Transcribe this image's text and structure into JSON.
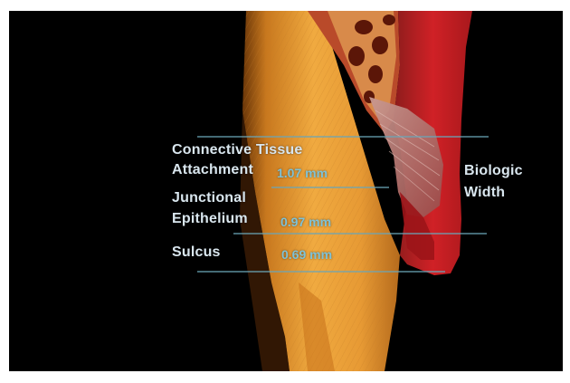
{
  "labels": {
    "connective_tissue_line1": "Connective Tissue",
    "connective_tissue_line2": "Attachment",
    "connective_tissue_value": "1.07 mm",
    "junctional_line1": "Junctional",
    "junctional_line2": "Epithelium",
    "junctional_value": "0.97 mm",
    "sulcus": "Sulcus",
    "sulcus_value": "0.69 mm",
    "biologic_line1": "Biologic",
    "biologic_line2": "Width"
  },
  "colors": {
    "background": "#000000",
    "tooth": "#e9a03a",
    "gingiva": "#c81e24",
    "bone": "#c9602c",
    "line": "#6aa6b8"
  }
}
